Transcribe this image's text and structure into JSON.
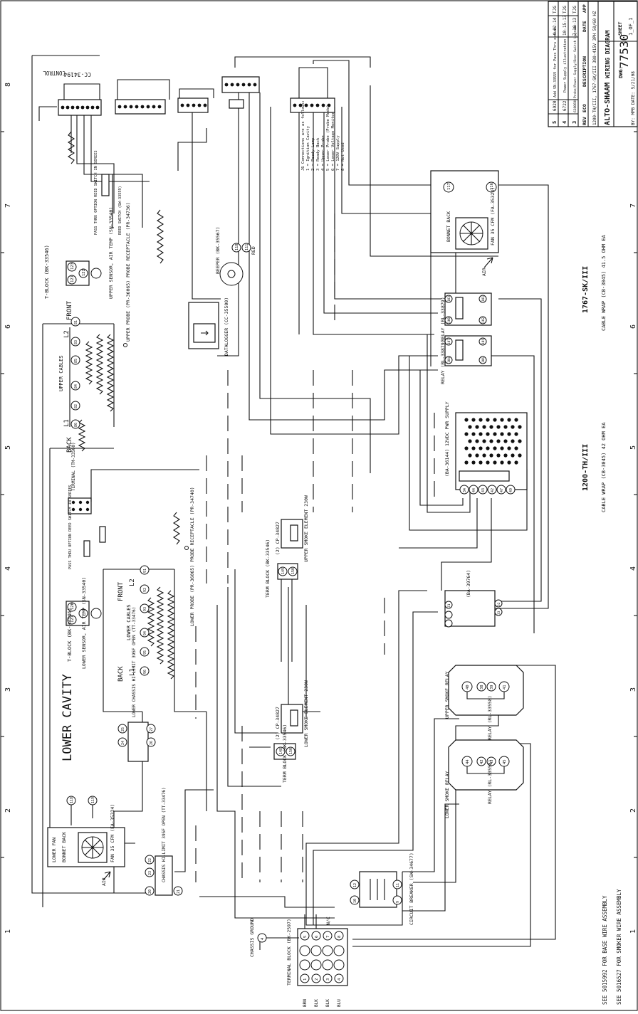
{
  "title_block": {
    "company": "ALTO-SHAAM",
    "drawing_title": "WIRING DIAGRAM",
    "dwg_label": "DWG:",
    "dwg_number": "77530",
    "sheet_label": "SHEET",
    "sheet_value": "1_OF_1",
    "by_line": "BY: MPB DATE: 5/21/08",
    "model_line": "1200-TH/III, 1767-SK/III 380-415V 3PH 50/60 HZ",
    "header": {
      "rev": "REV",
      "eco": "ECO",
      "description": "DESCRIPTION",
      "date": "DATE",
      "app": "APP"
    },
    "revisions": [
      {
        "rev": "5",
        "eco": "6920",
        "description": "Add SN-33559 for Pass Thru option",
        "date": "4-02-14",
        "app": "TJG"
      },
      {
        "rev": "4",
        "eco": "6722",
        "description": "Power Supply illustration",
        "date": "10-15-13",
        "app": "TJG"
      },
      {
        "rev": "3",
        "eco": "6280688",
        "description": "Probe/Power Supply/Door Switch Upgrade",
        "date": "7-18-13",
        "app": "TJG"
      }
    ]
  },
  "grid_numbers": [
    "8",
    "7",
    "6",
    "5",
    "4",
    "3",
    "2",
    "1"
  ],
  "footer_notes": [
    "SEE 5015992 FOR BASE WIRE ASSEMBLY",
    "SEE 5016527 FOR SMOKER WIRE ASSEMBLY"
  ],
  "cable_wraps": [
    {
      "model": "1767-SK/III",
      "wrap": "CABLE WRAP (CB-3045) 41.5 OHM EA"
    },
    {
      "model": "1200-TH/III",
      "wrap": "CABLE WRAP (CB-3045) 42 OHM EA"
    }
  ],
  "labels": {
    "control": "CONTROL",
    "control_part": "CC-34194",
    "lower_cavity": "LOWER CAVITY",
    "front": "FRONT",
    "back": "BACK",
    "upper_cables": "UPPER CABLES",
    "lower_cables": "LOWER CABLES",
    "l1": "L1",
    "l2": "L2",
    "t_block_upper": "T-BLOCK (BK-33546)",
    "upper_sensor": "UPPER SENSOR, AIR TEMP (SN-33540)",
    "t_block_lower": "T-BLOCK (BK-33546)",
    "lower_sensor": "LOWER SENSOR, AIR TEMP (SN-33540)",
    "upper_probe": "UPPER PROBE (PR-36065) PROBE RECEPTACLE (PR-34736)",
    "lower_probe": "LOWER PROBE (PR-36065) PROBE RECEPTACLE (PR-34740)",
    "beeper": "BEEPER (BK-35567)",
    "datalogger": "DATALOGGER (CC-35500)",
    "red": "RED",
    "terminal": "TERMINAL (TM-33560)",
    "pass_thru_upper": "PASS THRU OPTION REED SWITCH IN SERIES",
    "pass_thru_lower": "PASS THRU OPTION REED SWITCH IN SERIES",
    "reed_switch": "REED SWITCH (SW-33559)",
    "relay_1": "RELAY (RL-33879)",
    "relay_2": "RELAY (RL-33879)",
    "power_supply": "(BA-36144) 12VDC PWR SUPPLY",
    "voltage_monitor": "(BA-39764)",
    "upper_smoke_relay": "UPPER SMOKE RELAY",
    "lower_smoke_relay": "LOWER SMOKE RELAY",
    "smoke_relay_part": "RELAY (RL-33558)",
    "upper_smoke_element": "UPPER SMOKE ELEMENT 230W",
    "lower_smoke_element": "LOWER SMOKE ELEMENT 230W",
    "cp_part": "(2) CP-34827",
    "term_block_upper": "TERM BLOCK (BK-33546)",
    "term_block_lower": "TERM BLOCK (BK-33546)",
    "bonnet_back_upper": "BONNET BACK",
    "fan_upper": "FAN 35 CFM (FA-35324)",
    "bonnet_back_lower": "BONNET BACK",
    "fan_lower": "FAN 35 CFM (FA-35324)",
    "lower_fan": "LOWER FAN",
    "air": "AIR",
    "lower_hi_limit": "LOWER CHASSIS HI-LIMIT 395F OPEN (TT-33476)",
    "chassis_hi_limit": "CHASSIS HI-LIMIT 395F OPEN (TT-33476)",
    "circuit_breaker": "CIRCUIT BREAKER (SW-34677)",
    "terminal_block": "TERMINAL BLOCK (BK-2597)",
    "chassis_ground": "CHASSIS GROUND",
    "no_nc": "N/C",
    "wire_colors": [
      "BRN",
      "BLK",
      "BLK",
      "BLU"
    ],
    "js_connections": [
      "J6 Connections are as follows:",
      "1 = Ignition Cavity",
      "2 = Ready Lamp",
      "3 = Ready Back",
      "4 = Upper Probe",
      "5 = Lower Probe (Probe Mode)",
      "6 = Lower Voltage Monitor",
      "7 = 120V Supply",
      "8 = Not Used"
    ]
  },
  "nodes": {
    "upper_tblock": [
      "123",
      "121",
      "122"
    ],
    "upper_elements": [
      "81",
      "82",
      "83",
      "84",
      "85",
      "86"
    ],
    "lower_tblock": [
      "120",
      "121"
    ],
    "lower_elements": [
      "91",
      "92",
      "93",
      "94",
      "95",
      "96"
    ],
    "lower_hilimit": [
      "25",
      "24",
      "26",
      "27"
    ],
    "chassis_hilimit": [
      "22",
      "23",
      "20",
      "21"
    ],
    "lower_fan": [
      "118",
      "119"
    ],
    "upper_fan": [
      "117",
      "116"
    ],
    "beeper": [
      "118",
      "111"
    ],
    "relay_1": [
      "103",
      "100",
      "101",
      "102"
    ],
    "relay_2": [
      "107",
      "104",
      "105",
      "106"
    ],
    "power_supply": [
      "34",
      "44",
      "43",
      "42",
      "47",
      "49"
    ],
    "voltage_monitor": [
      "31",
      "32",
      "33"
    ],
    "upper_smoke": [
      "40",
      "38",
      "39",
      "41"
    ],
    "lower_smoke": [
      "44",
      "42",
      "43",
      "45"
    ],
    "term_upper": [
      "149",
      "150"
    ],
    "term_lower": [
      "148",
      "150"
    ],
    "breaker": [
      "10",
      "12",
      "11",
      "9"
    ],
    "terminal_top": [
      "5",
      "6",
      "7",
      "8"
    ],
    "terminal_bottom": [
      "1",
      "2",
      "3",
      "4"
    ],
    "ground": "4"
  }
}
